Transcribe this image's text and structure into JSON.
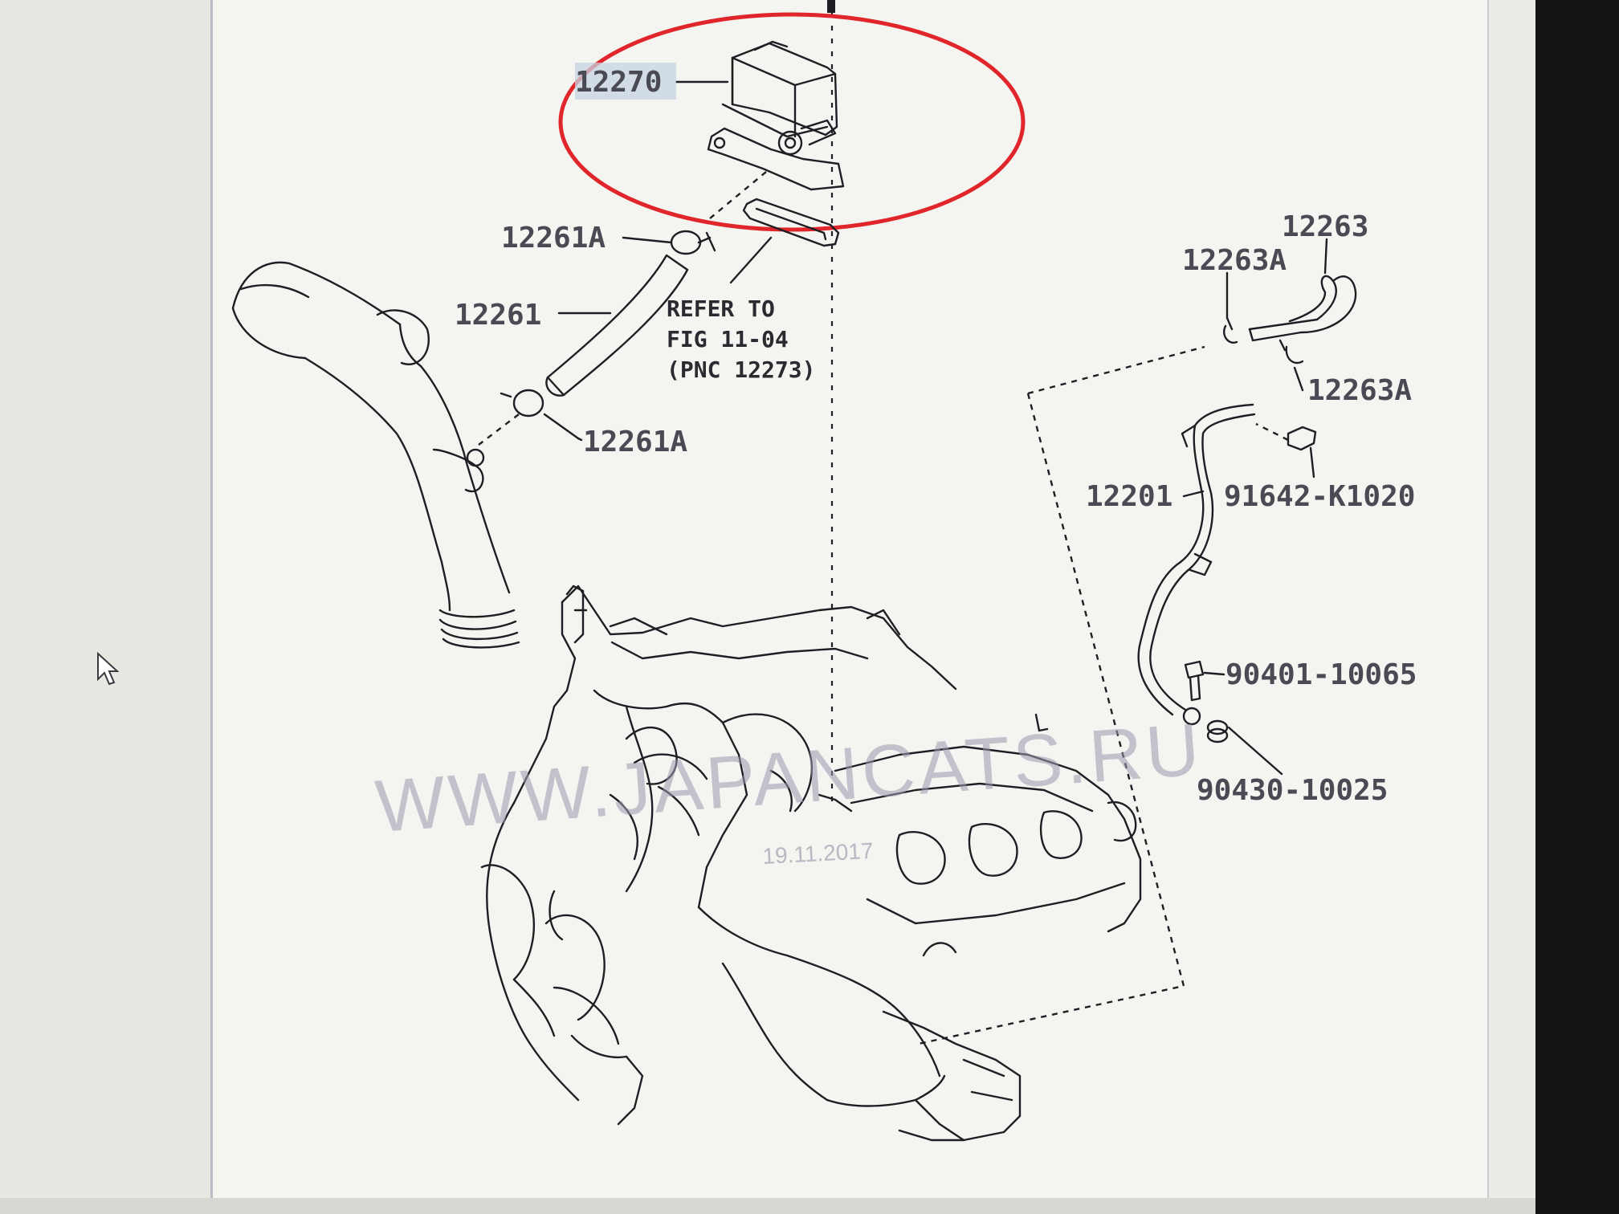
{
  "diagram": {
    "parts": [
      {
        "id": "p12270",
        "number": "12270",
        "highlighted": true
      },
      {
        "id": "p12261A_top",
        "number": "12261A"
      },
      {
        "id": "p12261",
        "number": "12261"
      },
      {
        "id": "p12261A_bottom",
        "number": "12261A"
      },
      {
        "id": "p12263",
        "number": "12263"
      },
      {
        "id": "p12263A_top",
        "number": "12263A"
      },
      {
        "id": "p12263A_right",
        "number": "12263A"
      },
      {
        "id": "p12201",
        "number": "12201"
      },
      {
        "id": "p91642",
        "number": "91642-K1020"
      },
      {
        "id": "p90401",
        "number": "90401-10065"
      },
      {
        "id": "p90430",
        "number": "90430-10025"
      }
    ],
    "reference_note": {
      "line1": "REFER TO",
      "line2": "FIG 11-04",
      "line3": "(PNC 12273)"
    },
    "watermark": "WWW.JAPANCATS.RU",
    "date": "19.11.2017",
    "highlight_color": "#e0252b",
    "line_color": "#1e1e24",
    "label_color": "#4a4a54"
  }
}
